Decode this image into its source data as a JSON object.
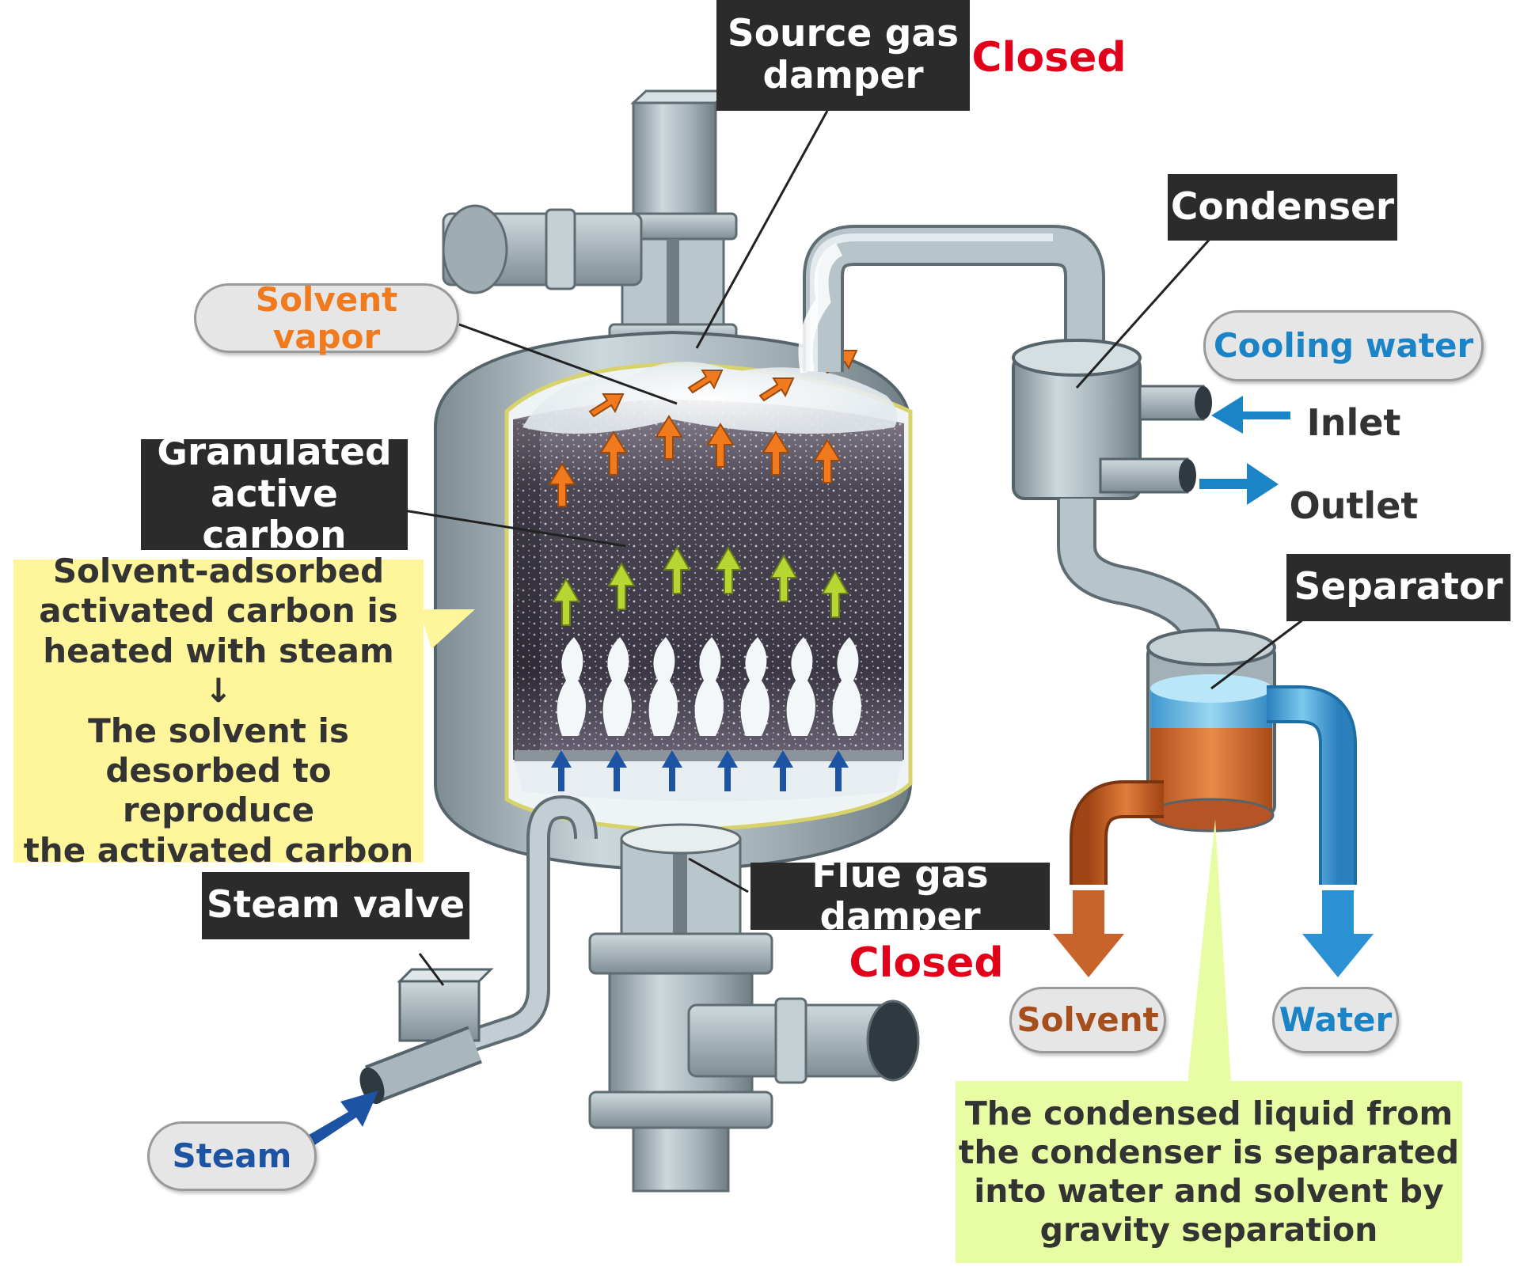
{
  "labels": {
    "source_gas_damper": "Source gas damper",
    "source_status": "Closed",
    "condenser": "Condenser",
    "solvent_vapor": "Solvent vapor",
    "cooling_water": "Cooling water",
    "inlet": "Inlet",
    "outlet": "Outlet",
    "granulated_carbon": "Granulated active carbon",
    "separator": "Separator",
    "steam_valve": "Steam valve",
    "flue_gas_damper": "Flue gas damper",
    "flue_status": "Closed",
    "solvent": "Solvent",
    "water": "Water",
    "steam": "Steam"
  },
  "notes": {
    "regeneration": {
      "line1": "Solvent-adsorbed",
      "line2": "activated carbon is",
      "line3": "heated with steam",
      "arrow": "↓",
      "line4": "The solvent is",
      "line5": "desorbed to reproduce",
      "line6": "the activated carbon"
    },
    "separation": {
      "line1": "The condensed liquid from",
      "line2": "the condenser is separated",
      "line3": "into water and solvent by",
      "line4": "gravity separation"
    }
  },
  "colors": {
    "equipment_steel": "#a9b7bd",
    "carbon_bed": "#3d3a45",
    "vapor_arrows": "#f07a1d",
    "mid_arrows": "#b8d631",
    "steam_arrows": "#1d53a3",
    "cooling_arrows": "#1a84c6",
    "solvent_liquid": "#c8632c",
    "water_liquid": "#5bb8e6",
    "status_red": "#e3001b"
  }
}
